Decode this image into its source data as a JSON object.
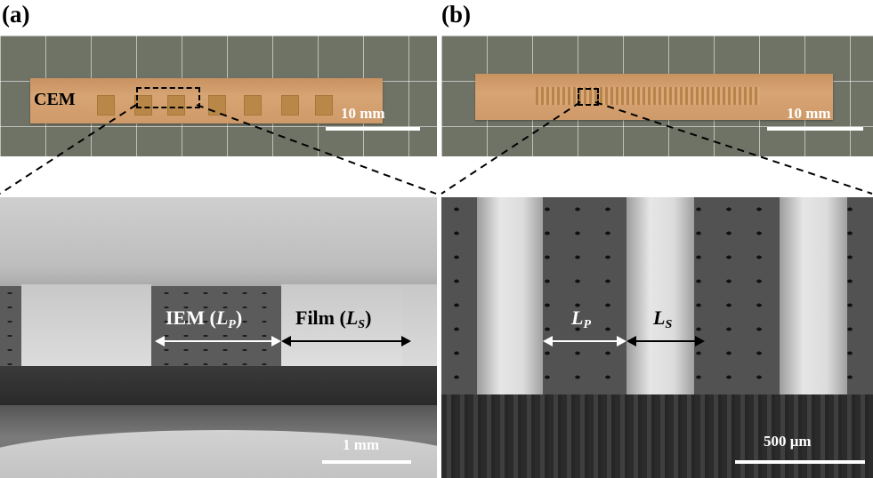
{
  "panels": [
    {
      "label": "(a)",
      "strip_label": "CEM",
      "photo_scale": "10 mm",
      "sem_scale": "1 mm",
      "annotation_left": {
        "text": "IEM (",
        "sym": "L",
        "sub": "P",
        "close": ")"
      },
      "annotation_right": {
        "text": "Film (",
        "sym": "L",
        "sub": "S",
        "close": ")"
      }
    },
    {
      "label": "(b)",
      "photo_scale": "10 mm",
      "sem_scale": "500 μm",
      "annotation_left": {
        "sym": "L",
        "sub": "P"
      },
      "annotation_right": {
        "sym": "L",
        "sub": "S"
      }
    }
  ]
}
